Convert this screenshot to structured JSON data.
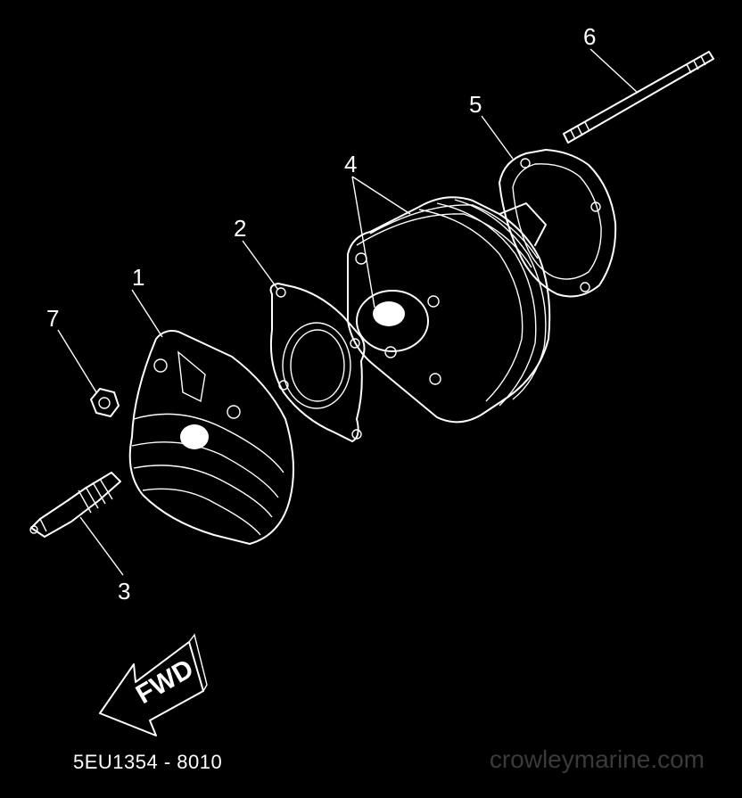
{
  "callouts": [
    {
      "id": "1",
      "label": "1"
    },
    {
      "id": "2",
      "label": "2"
    },
    {
      "id": "3",
      "label": "3"
    },
    {
      "id": "4",
      "label": "4"
    },
    {
      "id": "5",
      "label": "5"
    },
    {
      "id": "6",
      "label": "6"
    },
    {
      "id": "7",
      "label": "7"
    }
  ],
  "direction_label": "FWD",
  "part_code": "5EU1354 - 8010",
  "watermark": "crowleymarine.com",
  "colors": {
    "background": "#000000",
    "line": "#ffffff",
    "watermark": "#3a3a3a"
  }
}
